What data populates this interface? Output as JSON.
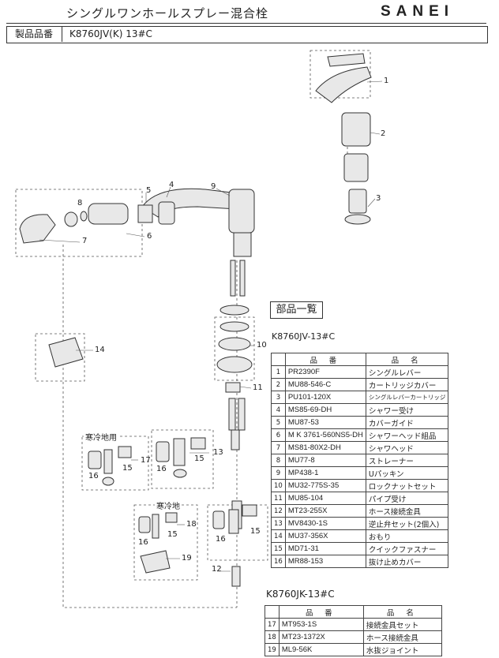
{
  "header": {
    "title": "シングルワンホールスプレー混合栓",
    "brand": "SANEI"
  },
  "product": {
    "label": "製品品番",
    "value": "K8760JV(K) 13#C"
  },
  "parts_list_title": "部品一覧",
  "tables": [
    {
      "model": "K8760JV-13#C",
      "col_code": "品 番",
      "col_name": "品 名",
      "rows": [
        {
          "no": "1",
          "code": "PR2390F",
          "name": "シングルレバー"
        },
        {
          "no": "2",
          "code": "MU88-546-C",
          "name": "カートリッジカバー"
        },
        {
          "no": "3",
          "code": "PU101-120X",
          "name": "シングルレバーカートリッジ"
        },
        {
          "no": "4",
          "code": "MS85-69-DH",
          "name": "シャワー受け"
        },
        {
          "no": "5",
          "code": "MU87-53",
          "name": "カバーガイド"
        },
        {
          "no": "6",
          "code": "M K 3761-560NS5-DH",
          "name": "シャワーヘッド組品"
        },
        {
          "no": "7",
          "code": "MS81-80X2-DH",
          "name": "シャワヘッド"
        },
        {
          "no": "8",
          "code": "MU77-8",
          "name": "ストレーナー"
        },
        {
          "no": "9",
          "code": "MP438-1",
          "name": "Uパッキン"
        },
        {
          "no": "10",
          "code": "MU32-775S-35",
          "name": "ロックナットセット"
        },
        {
          "no": "11",
          "code": "MU85-104",
          "name": "パイプ受け"
        },
        {
          "no": "12",
          "code": "MT23-255X",
          "name": "ホース接続金具"
        },
        {
          "no": "13",
          "code": "MV8430-1S",
          "name": "逆止弁セット(2個入)"
        },
        {
          "no": "14",
          "code": "MU37-356X",
          "name": "おもり"
        },
        {
          "no": "15",
          "code": "MD71-31",
          "name": "クイックファスナー"
        },
        {
          "no": "16",
          "code": "MR88-153",
          "name": "抜け止めカバー"
        }
      ]
    },
    {
      "model": "K8760JK-13#C",
      "col_code": "品 番",
      "col_name": "品 名",
      "rows": [
        {
          "no": "17",
          "code": "MT953-1S",
          "name": "接続金具セット"
        },
        {
          "no": "18",
          "code": "MT23-1372X",
          "name": "ホース接続金具"
        },
        {
          "no": "19",
          "code": "ML9-56K",
          "name": "水抜ジョイント"
        }
      ]
    }
  ],
  "diagram": {
    "group_labels": {
      "cold_region_use": "寒冷地用",
      "cold_region": "寒冷地"
    },
    "callouts": [
      "1",
      "2",
      "3",
      "4",
      "5",
      "6",
      "7",
      "8",
      "9",
      "10",
      "11",
      "12",
      "13",
      "14",
      "15",
      "16",
      "17",
      "18",
      "19"
    ]
  }
}
